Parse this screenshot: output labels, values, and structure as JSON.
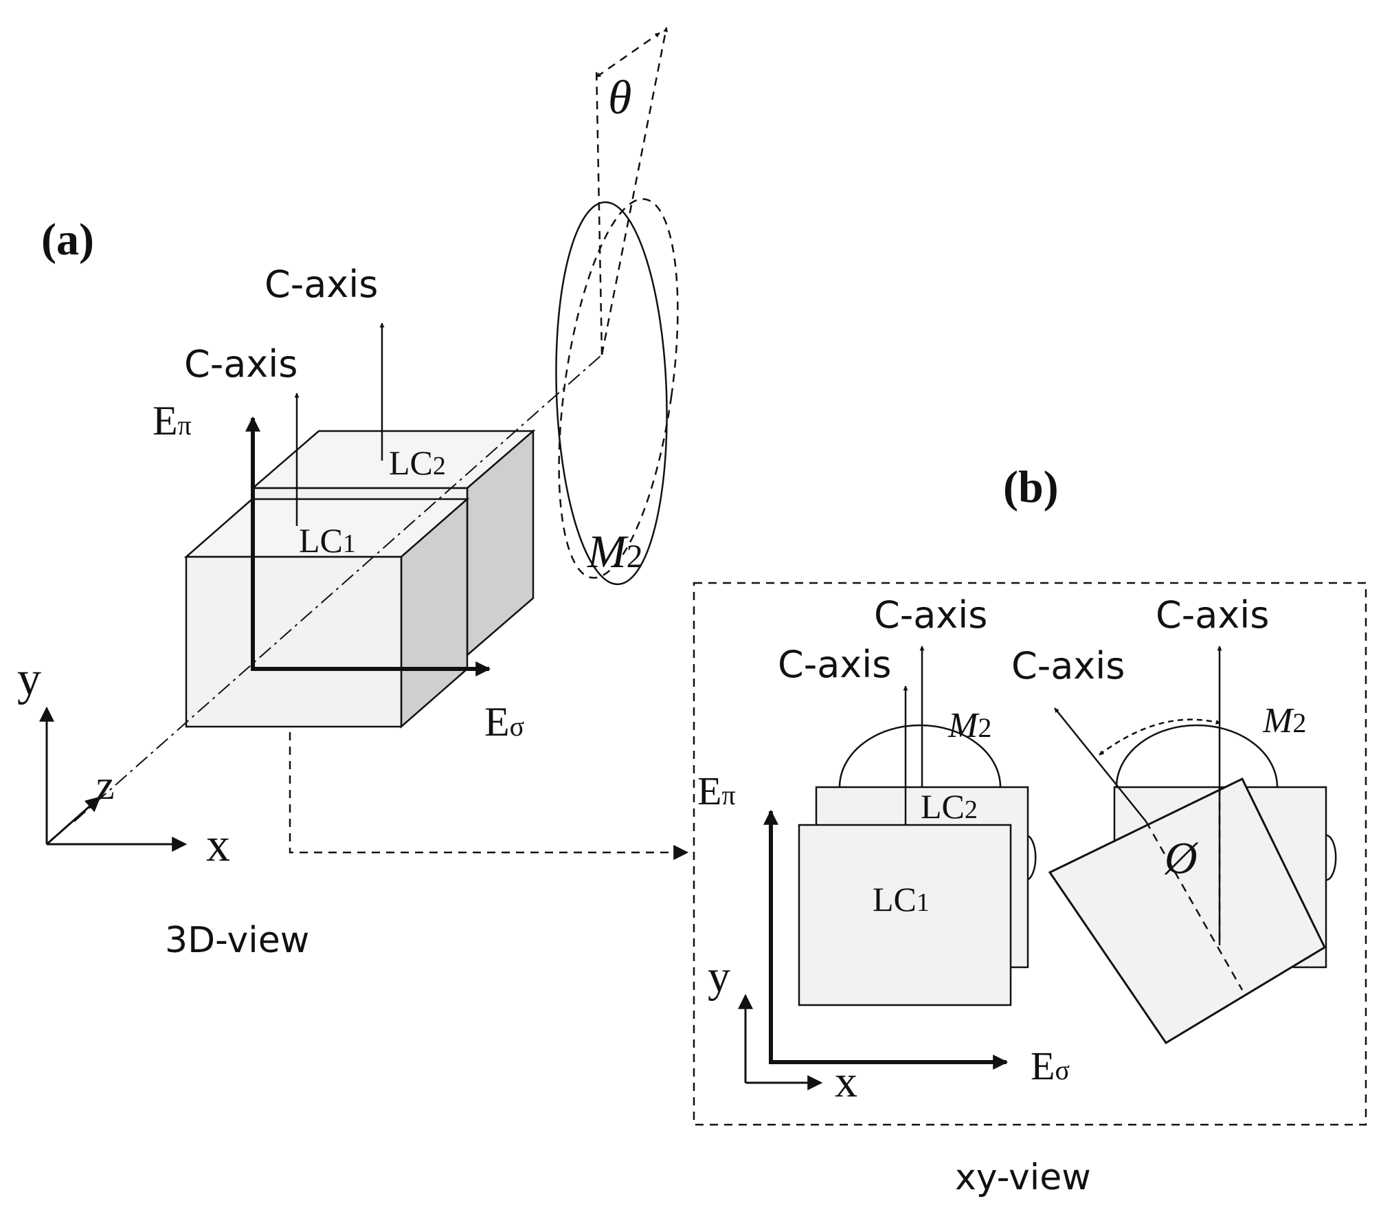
{
  "panels": {
    "a": {
      "label": "(a)",
      "caption": "3D-view"
    },
    "b": {
      "label": "(b)",
      "caption": "xy-view"
    }
  },
  "labels": {
    "c_axis": "C-axis",
    "e_pi_main": "E",
    "e_pi_sub": "π",
    "e_sigma_main": "E",
    "e_sigma_sub": "σ",
    "lc_main": "LC",
    "lc1_sub": "1",
    "lc2_sub": "2",
    "m_main": "M",
    "m_sub": "2",
    "theta": "θ",
    "phi": "Ø",
    "x": "x",
    "y": "y",
    "z": "z"
  },
  "colors": {
    "ink": "#111111",
    "face_front": "#f2f2f2",
    "face_top": "#f5f5f5",
    "face_side": "#cfcfcf"
  }
}
